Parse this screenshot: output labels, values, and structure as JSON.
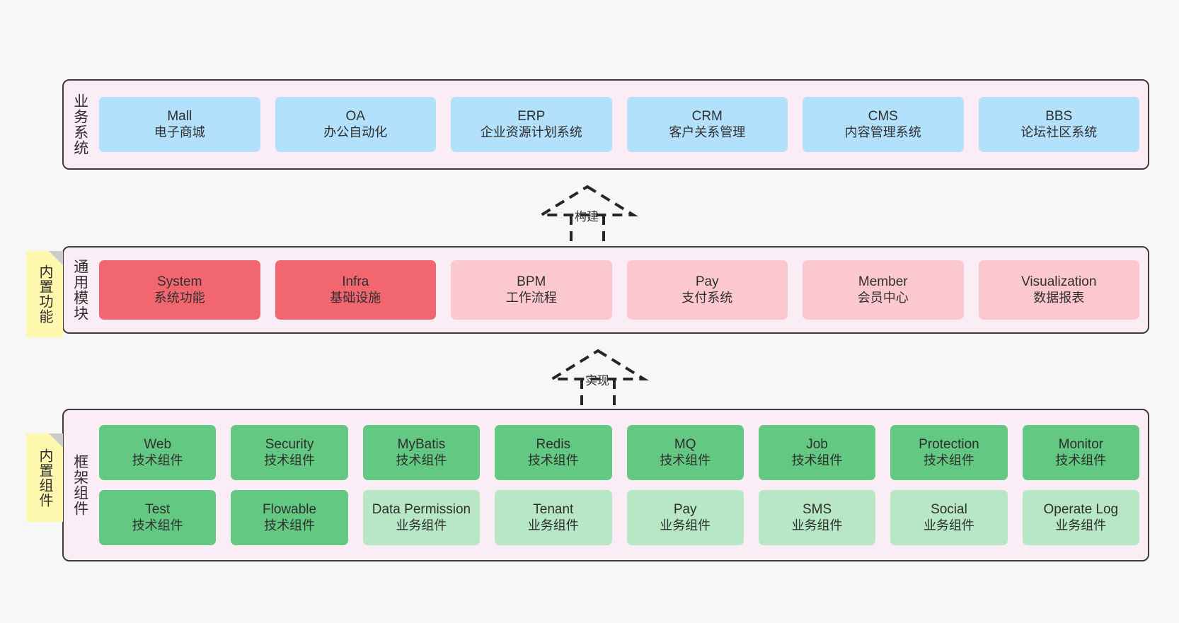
{
  "diagram": {
    "title": "ruoyi-vue-pro architecture layers",
    "background_color": "#f7f7f7",
    "panel_color": "#faedf5",
    "panel_border_color": "#3c3c3c",
    "colors": {
      "business": "#b3e0fb",
      "module_core": "#f2676f",
      "module_optional": "#fcc8cf",
      "framework_tech": "#63c882",
      "framework_biz": "#b7e7c4",
      "sticky": "#fdf8ae",
      "sticky_fold": "#cccccc"
    }
  },
  "layers": [
    {
      "key": "business",
      "title": "业务系统",
      "rows": [
        [
          {
            "en": "Mall",
            "cn": "电子商城",
            "color": "blue"
          },
          {
            "en": "OA",
            "cn": "办公自动化",
            "color": "blue"
          },
          {
            "en": "ERP",
            "cn": "企业资源计划系统",
            "color": "blue"
          },
          {
            "en": "CRM",
            "cn": "客户关系管理",
            "color": "blue"
          },
          {
            "en": "CMS",
            "cn": "内容管理系统",
            "color": "blue"
          },
          {
            "en": "BBS",
            "cn": "论坛社区系统",
            "color": "blue"
          }
        ]
      ]
    },
    {
      "key": "modules",
      "title": "通用模块",
      "sticky": "内置功能",
      "rows": [
        [
          {
            "en": "System",
            "cn": "系统功能",
            "color": "red"
          },
          {
            "en": "Infra",
            "cn": "基础设施",
            "color": "red"
          },
          {
            "en": "BPM",
            "cn": "工作流程",
            "color": "pink"
          },
          {
            "en": "Pay",
            "cn": "支付系统",
            "color": "pink"
          },
          {
            "en": "Member",
            "cn": "会员中心",
            "color": "pink"
          },
          {
            "en": "Visualization",
            "cn": "数据报表",
            "color": "pink"
          }
        ]
      ]
    },
    {
      "key": "framework",
      "title": "框架组件",
      "sticky": "内置组件",
      "rows": [
        [
          {
            "en": "Web",
            "cn": "技术组件",
            "color": "green"
          },
          {
            "en": "Security",
            "cn": "技术组件",
            "color": "green"
          },
          {
            "en": "MyBatis",
            "cn": "技术组件",
            "color": "green"
          },
          {
            "en": "Redis",
            "cn": "技术组件",
            "color": "green"
          },
          {
            "en": "MQ",
            "cn": "技术组件",
            "color": "green"
          },
          {
            "en": "Job",
            "cn": "技术组件",
            "color": "green"
          },
          {
            "en": "Protection",
            "cn": "技术组件",
            "color": "green"
          },
          {
            "en": "Monitor",
            "cn": "技术组件",
            "color": "green"
          }
        ],
        [
          {
            "en": "Test",
            "cn": "技术组件",
            "color": "green"
          },
          {
            "en": "Flowable",
            "cn": "技术组件",
            "color": "green"
          },
          {
            "en": "Data Permission",
            "cn": "业务组件",
            "color": "lightgreen"
          },
          {
            "en": "Tenant",
            "cn": "业务组件",
            "color": "lightgreen"
          },
          {
            "en": "Pay",
            "cn": "业务组件",
            "color": "lightgreen"
          },
          {
            "en": "SMS",
            "cn": "业务组件",
            "color": "lightgreen"
          },
          {
            "en": "Social",
            "cn": "业务组件",
            "color": "lightgreen"
          },
          {
            "en": "Operate Log",
            "cn": "业务组件",
            "color": "lightgreen"
          }
        ]
      ]
    }
  ],
  "connectors": [
    {
      "key": "build",
      "label": "构建",
      "from": "modules",
      "to": "business"
    },
    {
      "key": "implement",
      "label": "实现",
      "from": "framework",
      "to": "modules"
    }
  ]
}
